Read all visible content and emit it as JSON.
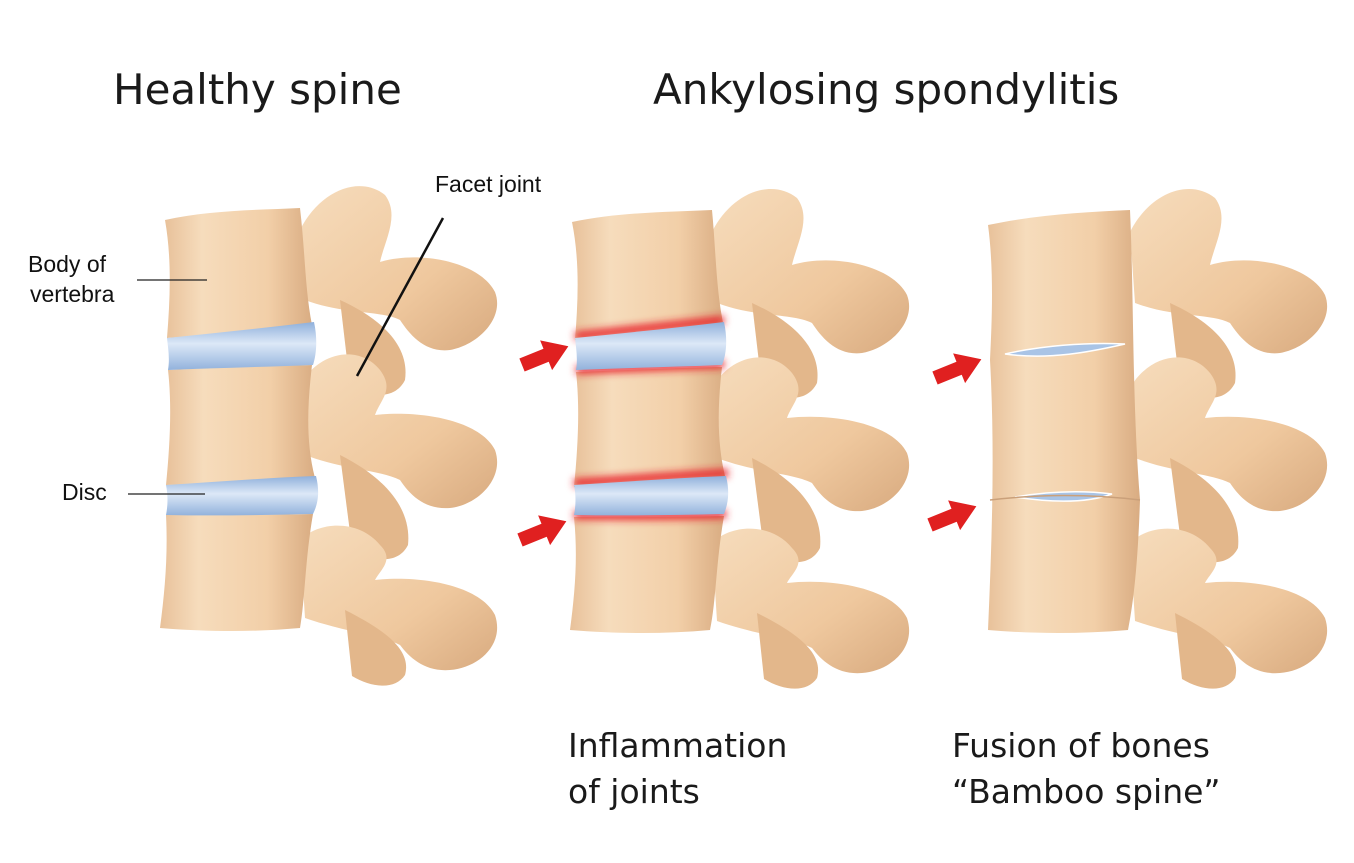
{
  "titles": {
    "healthy": "Healthy spine",
    "condition": "Ankylosing spondylitis"
  },
  "labels": {
    "body_line1": "Body of",
    "body_line2": "vertebra",
    "disc": "Disc",
    "facet": "Facet joint"
  },
  "captions": {
    "inflammation_line1": "Inflammation",
    "inflammation_line2": "of joints",
    "fusion_line1": "Fusion of bones",
    "fusion_line2": "“Bamboo spine”"
  },
  "colors": {
    "bone": "#f2cfa8",
    "bone_shade": "#d9ac82",
    "disc": "#a9c4e6",
    "disc_light": "#e4eefa",
    "inflammation": "#e8232a",
    "arrow": "#e02020"
  }
}
